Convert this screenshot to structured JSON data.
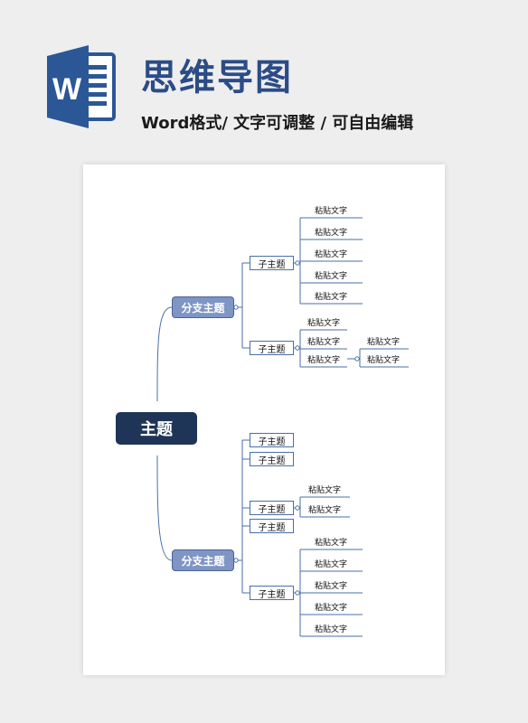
{
  "header": {
    "logo_letter": "W",
    "title": "思维导图",
    "subtitle": "Word格式/ 文字可调整 / 可自由编辑"
  },
  "colors": {
    "brand": "#2b5797",
    "title": "#2b4c86",
    "main_node": "#1f3558",
    "branch_node": "#7f95c4",
    "line": "#4a6fa8"
  },
  "mindmap": {
    "main": "主题",
    "branch_a": {
      "label": "分支主题",
      "sub1": {
        "label": "子主题",
        "leaves": [
          "粘贴文字",
          "粘贴文字",
          "粘贴文字",
          "粘贴文字",
          "粘贴文字"
        ]
      },
      "sub2": {
        "label": "子主题",
        "leaves": [
          "粘贴文字",
          "粘贴文字",
          "粘贴文字"
        ],
        "sub_leaves": [
          "粘贴文字",
          "粘贴文字"
        ]
      }
    },
    "branch_b": {
      "label": "分支主题",
      "sub1": {
        "label": "子主题"
      },
      "sub2": {
        "label": "子主题"
      },
      "sub3": {
        "label": "子主题",
        "leaves": [
          "粘贴文字",
          "粘贴文字"
        ]
      },
      "sub4": {
        "label": "子主题"
      },
      "sub5": {
        "label": "子主题",
        "leaves": [
          "粘贴文字",
          "粘贴文字",
          "粘贴文字",
          "粘贴文字",
          "粘贴文字"
        ]
      }
    }
  }
}
